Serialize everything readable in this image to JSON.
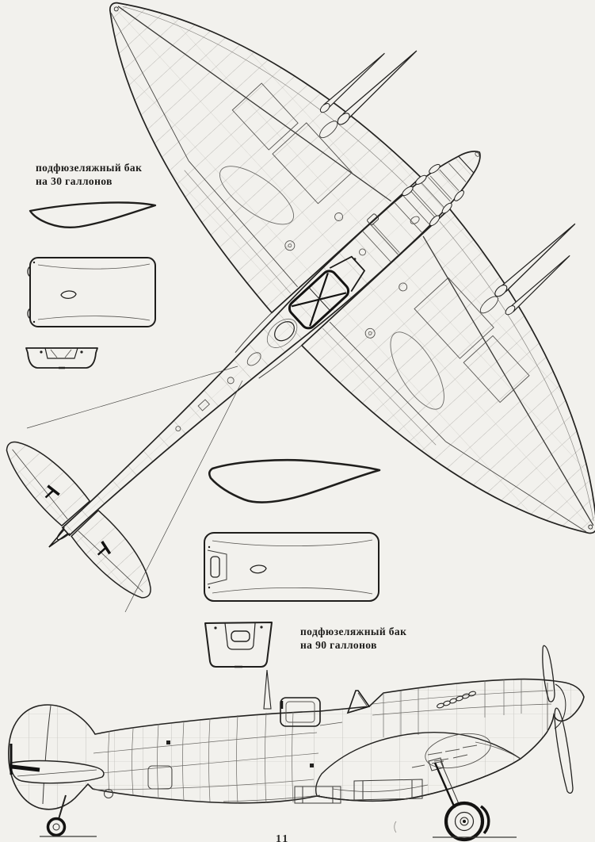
{
  "document": {
    "kind": "scanned aircraft blueprint page (Supermarine Spitfire three-view fragment)",
    "page_number": "11"
  },
  "colors": {
    "paper": "#f2f1ed",
    "ink_heavy": "#1f1e1c",
    "ink_medium": "#4c4b48",
    "ink_light": "#a09e99"
  },
  "labels": {
    "tank_30": {
      "line1": "подфюзеляжный бак",
      "line2": "на 30 галлонов"
    },
    "tank_90": {
      "line1": "подфюзеляжный бак",
      "line2": "на 90 галлонов"
    }
  },
  "views": {
    "plan_view": "top view of aircraft, rotated nose to upper right",
    "side_view": "left profile of aircraft, nose to the right",
    "tank_30_views": [
      "side profile",
      "top view",
      "front view"
    ],
    "tank_90_views": [
      "side profile",
      "top view",
      "front view"
    ]
  }
}
